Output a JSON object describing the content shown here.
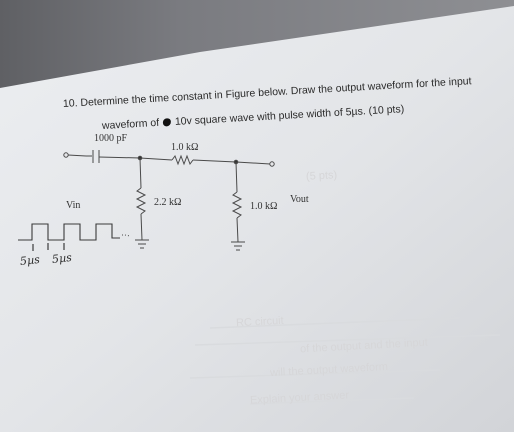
{
  "question": {
    "line1": "10. Determine the time constant in Figure below. Draw the output waveform for the input",
    "line2_before": "waveform of",
    "line2_after": "10v square wave with pulse width of 5µs. (10 pts)"
  },
  "circuit": {
    "capacitor_label": "1000 pF",
    "series_resistor_label": "1.0 kΩ",
    "shunt_resistor_1_label": "2.2 kΩ",
    "shunt_resistor_2_label": "1.0 kΩ",
    "input_label": "Vin",
    "output_label": "Vout"
  },
  "handwritten": {
    "pulse_width_1": "5µs",
    "pulse_width_2": "5µs"
  },
  "faint_text": {
    "bleed_top": "(5 pts)",
    "bleed_mid": "RC circuit",
    "bleed_row1": "of the output and the input",
    "bleed_row2": "will the output waveform",
    "bleed_row3": "Explain your answer"
  }
}
